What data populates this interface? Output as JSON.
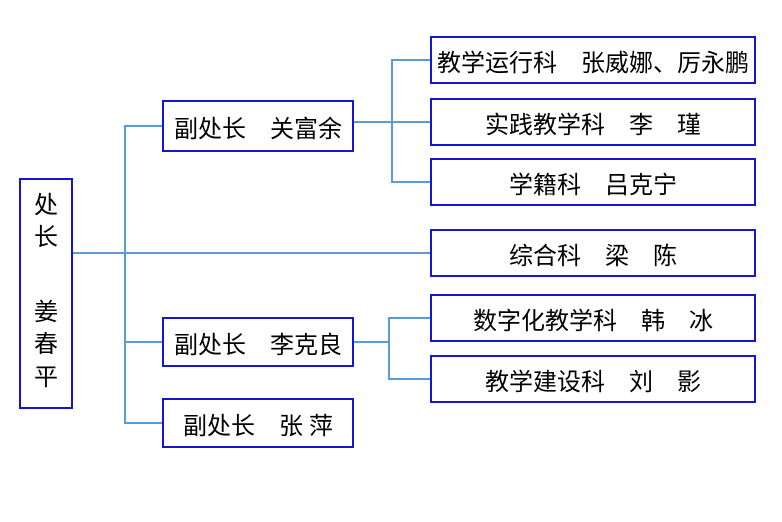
{
  "org": {
    "director": {
      "title": "处长",
      "name": "姜春平"
    },
    "deputies": [
      {
        "label": "副处长　关富余"
      },
      {
        "label": "副处长　李克良"
      },
      {
        "label": "副处长　张 萍"
      }
    ],
    "departments": [
      {
        "label": "教学运行科　张威娜、厉永鹏"
      },
      {
        "label": "实践教学科　李　瑾"
      },
      {
        "label": "学籍科　吕克宁"
      },
      {
        "label": "综合科　梁　陈"
      },
      {
        "label": "数字化教学科　韩　冰"
      },
      {
        "label": "教学建设科　刘　影"
      }
    ],
    "edges": [
      {
        "from": "处长 姜春平",
        "to": "副处长 关富余"
      },
      {
        "from": "处长 姜春平",
        "to": "综合科 梁 陈"
      },
      {
        "from": "处长 姜春平",
        "to": "副处长 李克良"
      },
      {
        "from": "处长 姜春平",
        "to": "副处长 张 萍"
      },
      {
        "from": "副处长 关富余",
        "to": "教学运行科 张威娜、厉永鹏"
      },
      {
        "from": "副处长 关富余",
        "to": "实践教学科 李 瑾"
      },
      {
        "from": "副处长 关富余",
        "to": "学籍科 吕克宁"
      },
      {
        "from": "副处长 李克良",
        "to": "数字化教学科 韩 冰"
      },
      {
        "from": "副处长 李克良",
        "to": "教学建设科 刘 影"
      }
    ]
  },
  "colors": {
    "box_border": "#1515d6",
    "connector": "#5b9bd5",
    "text": "#000000",
    "background": "#ffffff"
  }
}
